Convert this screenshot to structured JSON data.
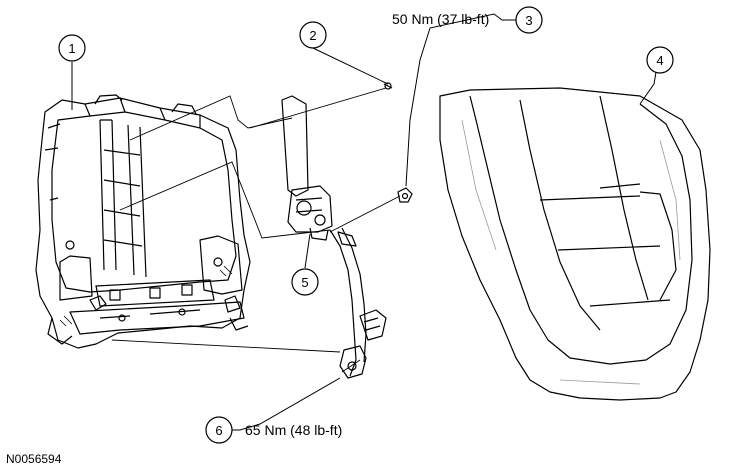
{
  "callouts": [
    {
      "num": "1"
    },
    {
      "num": "2"
    },
    {
      "num": "3",
      "label": "50 Nm (37 lb-ft)"
    },
    {
      "num": "4"
    },
    {
      "num": "5"
    },
    {
      "num": "6",
      "label": "65 Nm (48 lb-ft)"
    }
  ],
  "reference_code": "N0056594",
  "colors": {
    "line": "#000000",
    "background": "#ffffff",
    "shade": "#cfcfcf"
  }
}
